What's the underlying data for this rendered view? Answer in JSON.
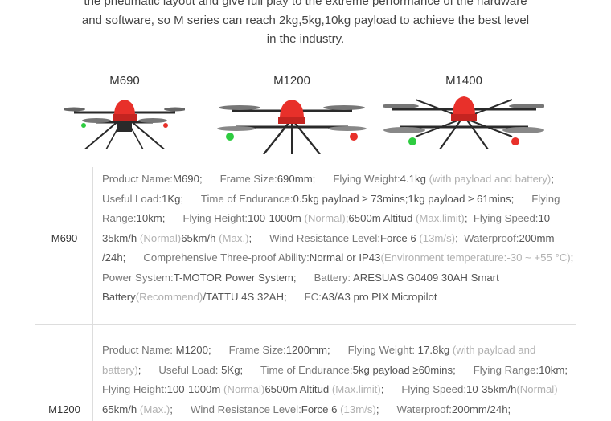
{
  "intro": {
    "line1": "the pneumatic layout and give full play to the extreme performance of the hardware",
    "line2": "and software, so M series can  reach 2kg,5kg,10kg payload to achieve the best level",
    "line3": "in the industry."
  },
  "models": [
    {
      "name": "M690"
    },
    {
      "name": "M1200"
    },
    {
      "name": "M1400"
    }
  ],
  "colors": {
    "drone_red": "#e8302a",
    "prop_green": "#2ecc40",
    "arm_dark": "#2a2a2a"
  },
  "specs": [
    {
      "label": "M690",
      "segments": [
        {
          "t": "Product Name:",
          "c": "k"
        },
        {
          "t": "M690;      ",
          "c": ""
        },
        {
          "t": "Frame Size:",
          "c": "k"
        },
        {
          "t": "690mm;      ",
          "c": ""
        },
        {
          "t": "Flying Weight:",
          "c": "k"
        },
        {
          "t": "4.1kg ",
          "c": ""
        },
        {
          "t": "(with payload and battery)",
          "c": "g"
        },
        {
          "t": ";      ",
          "c": ""
        },
        {
          "t": "Useful Load:",
          "c": "k"
        },
        {
          "t": "1Kg;      ",
          "c": ""
        },
        {
          "t": "Time of Endurance:",
          "c": "k"
        },
        {
          "t": "0.5kg payload ≥ 73mins;1kg payload ≥ 61mins;      ",
          "c": ""
        },
        {
          "t": "Flying Range:",
          "c": "k"
        },
        {
          "t": "10km;      ",
          "c": ""
        },
        {
          "t": "Flying Height:",
          "c": "k"
        },
        {
          "t": "100-1000m ",
          "c": ""
        },
        {
          "t": "(Normal)",
          "c": "g"
        },
        {
          "t": ";6500m Altitud ",
          "c": ""
        },
        {
          "t": "(Max.limit)",
          "c": "g"
        },
        {
          "t": ";  ",
          "c": ""
        },
        {
          "t": "Flying Speed:",
          "c": "k"
        },
        {
          "t": "10-35km/h ",
          "c": ""
        },
        {
          "t": "(Normal)",
          "c": "g"
        },
        {
          "t": "65km/h ",
          "c": ""
        },
        {
          "t": "(Max.)",
          "c": "g"
        },
        {
          "t": ";      ",
          "c": ""
        },
        {
          "t": "Wind Resistance Level:",
          "c": "k"
        },
        {
          "t": "Force 6 ",
          "c": ""
        },
        {
          "t": "(13m/s)",
          "c": "g"
        },
        {
          "t": ";  ",
          "c": ""
        },
        {
          "t": "Waterproof:",
          "c": "k"
        },
        {
          "t": "200mm /24h;      ",
          "c": ""
        },
        {
          "t": "Comprehensive Three-proof Ability:",
          "c": "k"
        },
        {
          "t": "Normal or IP43",
          "c": ""
        },
        {
          "t": "(Environment temperature:-30 ~ +55 °C)",
          "c": "g"
        },
        {
          "t": ";  ",
          "c": ""
        },
        {
          "t": "Power System:",
          "c": "k"
        },
        {
          "t": "T-MOTOR Power System;      ",
          "c": ""
        },
        {
          "t": "Battery: ",
          "c": "k"
        },
        {
          "t": "ARESUAS G0409 30AH Smart Battery",
          "c": ""
        },
        {
          "t": "(Recommend)",
          "c": "g"
        },
        {
          "t": "/TATTU 4S 32AH;      ",
          "c": ""
        },
        {
          "t": "FC:",
          "c": "k"
        },
        {
          "t": "A3/A3 pro PIX Micropilot",
          "c": ""
        }
      ]
    },
    {
      "label": "M1200",
      "segments": [
        {
          "t": "Product Name: ",
          "c": "k"
        },
        {
          "t": "M1200;      ",
          "c": ""
        },
        {
          "t": "Frame Size:",
          "c": "k"
        },
        {
          "t": "1200mm;      ",
          "c": ""
        },
        {
          "t": "Flying Weight: ",
          "c": "k"
        },
        {
          "t": "17.8kg ",
          "c": ""
        },
        {
          "t": "(with payload and battery)",
          "c": "g"
        },
        {
          "t": ";      ",
          "c": ""
        },
        {
          "t": "Useful Load: ",
          "c": "k"
        },
        {
          "t": "5Kg;      ",
          "c": ""
        },
        {
          "t": "Time of Endurance:",
          "c": "k"
        },
        {
          "t": "5kg payload ≥60mins;      ",
          "c": ""
        },
        {
          "t": "Flying Range:",
          "c": "k"
        },
        {
          "t": "10km; ",
          "c": ""
        },
        {
          "t": "Flying Height:",
          "c": "k"
        },
        {
          "t": "100-1000m ",
          "c": ""
        },
        {
          "t": "(Normal)",
          "c": "g"
        },
        {
          "t": "6500m Altitud ",
          "c": ""
        },
        {
          "t": "(Max.limit)",
          "c": "g"
        },
        {
          "t": ";      ",
          "c": ""
        },
        {
          "t": "Flying Speed:",
          "c": "k"
        },
        {
          "t": "10-35km/h",
          "c": ""
        },
        {
          "t": "(Normal)",
          "c": "g"
        },
        {
          "t": " 65km/h ",
          "c": ""
        },
        {
          "t": "(Max.)",
          "c": "g"
        },
        {
          "t": ";      ",
          "c": ""
        },
        {
          "t": "Wind Resistance Level:",
          "c": "k"
        },
        {
          "t": "Force 6 ",
          "c": ""
        },
        {
          "t": "(13m/s)",
          "c": "g"
        },
        {
          "t": ";      ",
          "c": ""
        },
        {
          "t": "Waterproof:",
          "c": "k"
        },
        {
          "t": "200mm/24h;",
          "c": ""
        }
      ]
    }
  ]
}
